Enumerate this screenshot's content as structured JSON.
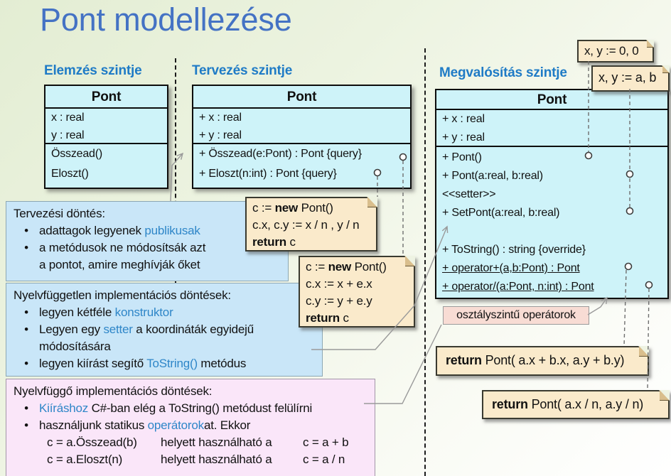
{
  "title": "Pont modellezése",
  "analysis": {
    "header": "Elemzés szintje",
    "cls": {
      "name": "Pont",
      "attr1": "x : real",
      "attr2": "y : real",
      "op1": "Összead()",
      "op2": "Eloszt()"
    }
  },
  "design": {
    "header": "Tervezés szintje",
    "cls": {
      "name": "Pont",
      "attr1": "+ x : real",
      "attr2": "+ y : real",
      "op1": "+ Összead(e:Pont) : Pont {query}",
      "op2": "+ Eloszt(n:int) : Pont {query}"
    }
  },
  "impl": {
    "header": "Megvalósítás szintje",
    "cls": {
      "name": "Pont",
      "attr1": "+ x : real",
      "attr2": "+ y : real",
      "op1": "+ Pont()",
      "op2": "+ Pont(a:real, b:real)",
      "op3": "<<setter>>",
      "op4": "+ SetPont(a:real, b:real)",
      "op5": "+ ToString() : string {override}",
      "op6": "+ operator+(a,b:Pont) : Pont",
      "op7": "+ operator/(a:Pont, n:int) : Pont"
    }
  },
  "notes": {
    "init0": "x, y := 0, 0",
    "initab": "x, y := a, b",
    "div_impl": {
      "l1a": "c := ",
      "l1b": "new",
      "l1c": " Pont()",
      "l2": "c.x, c.y := x / n , y / n",
      "l3a": "return",
      "l3b": " c"
    },
    "add_impl": {
      "l1a": "c := ",
      "l1b": "new",
      "l1c": " Pont()",
      "l2": "c.x := x + e.x",
      "l3": "c.y := y + e.y",
      "l4a": "return",
      "l4b": " c"
    },
    "ret_add": {
      "kw": "return",
      "rest": " Pont( a.x + b.x, a.y + b.y)"
    },
    "ret_div": {
      "kw": "return",
      "rest": " Pont( a.x / n, a.y / n)"
    }
  },
  "label_operators": "osztályszintű operátorok",
  "callout1": {
    "title": "Tervezési döntés:",
    "b1a": "adattagok legyenek ",
    "b1b": "publikusak",
    "b2l1": "a metódusok ne módosítsák azt",
    "b2l2": "a pontot, amire meghívják őket"
  },
  "callout2": {
    "title": "Nyelvfüggetlen implementációs döntések:",
    "b1a": "legyen kétféle ",
    "b1b": "konstruktor",
    "b2a": "Legyen egy ",
    "b2b": "setter",
    "b2c": " a koordináták egyidejű",
    "b2l2": "módosítására",
    "b3a": "legyen kiírást segítő ",
    "b3b": "ToString()",
    "b3c": " metódus"
  },
  "callout3": {
    "title": "Nyelvfüggő implementációs döntések:",
    "b1a": "Kiíráshoz",
    "b1b": " C#-ban elég a ToString() metódust felülírni",
    "b2a": "használjunk statikus ",
    "b2b": "operátorok",
    "b2c": "at. Ekkor",
    "c1l": "c = a.Összead(b)",
    "c1m": "helyett használható a",
    "c1r": "c = a + b",
    "c2l": "c = a.Eloszt(n)",
    "c2m": "helyett használható a",
    "c2r": "c = a / n"
  },
  "colors": {
    "accent_blue": "#2e86c8",
    "title_blue": "#4472c4",
    "header_blue": "#1f7bc6",
    "class_fill": "#cef3f9",
    "note_fill": "#faeacb",
    "callout_blue": "#c9e6f8",
    "callout_pink": "#fae6f9",
    "label_pink": "#f8dcd4"
  }
}
